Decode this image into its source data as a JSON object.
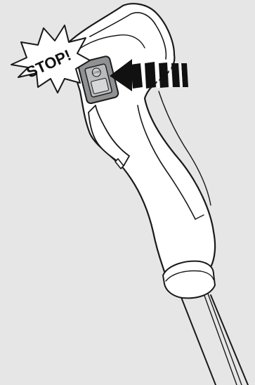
{
  "illustration": {
    "subject": "handle-with-stop-switch",
    "icons": [
      "stop-burst-icon",
      "pointer-arrow-icon",
      "stop-switch-icon"
    ]
  },
  "callout": {
    "label": "STOP!"
  },
  "switch": {
    "label": "STOP"
  },
  "colors": {
    "background": "#e6e6e7",
    "handle_fill": "#ffffff",
    "switch_housing": "#8f9193",
    "switch_button": "#b9bbbd",
    "arrow": "#111111"
  }
}
